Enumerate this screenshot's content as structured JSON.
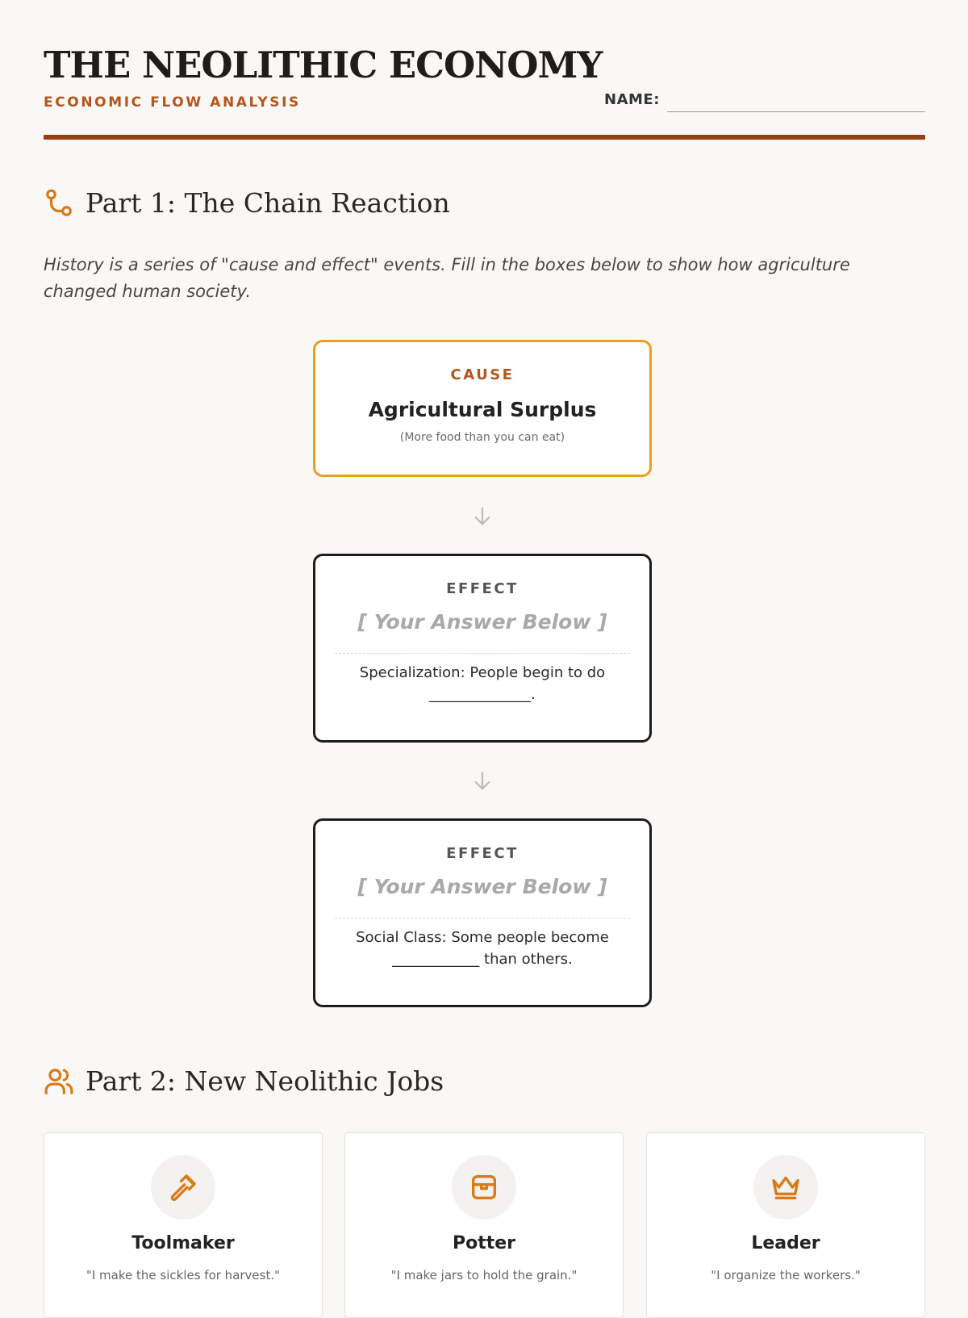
{
  "header": {
    "title": "THE NEOLITHIC ECONOMY",
    "subtitle": "ECONOMIC FLOW ANALYSIS",
    "name_label": "NAME:"
  },
  "part1": {
    "heading": "Part 1: The Chain Reaction",
    "intro": "History is a series of \"cause and effect\" events. Fill in the boxes below to show how agriculture changed human society.",
    "cause": {
      "kicker": "CAUSE",
      "title": "Agricultural Surplus",
      "subtitle": "(More food than you can eat)"
    },
    "effects": [
      {
        "kicker": "EFFECT",
        "placeholder": "[ Your Answer Below ]",
        "text": "Specialization: People begin to do ______________."
      },
      {
        "kicker": "EFFECT",
        "placeholder": "[ Your Answer Below ]",
        "text": "Social Class: Some people become ____________ than others."
      }
    ]
  },
  "part2": {
    "heading": "Part 2: New Neolithic Jobs",
    "jobs": [
      {
        "title": "Toolmaker",
        "quote": "\"I make the sickles for harvest.\"",
        "icon": "hammer-icon"
      },
      {
        "title": "Potter",
        "quote": "\"I make jars to hold the grain.\"",
        "icon": "jar-icon"
      },
      {
        "title": "Leader",
        "quote": "\"I organize the workers.\"",
        "icon": "crown-icon"
      }
    ]
  },
  "colors": {
    "accent": "#b4561b",
    "rule": "#983d15",
    "cause_border": "#ef9e1c",
    "icon": "#d97a16"
  }
}
